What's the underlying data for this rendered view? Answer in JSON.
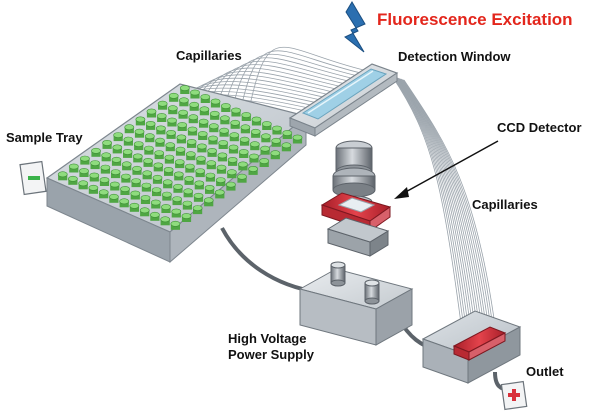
{
  "diagram": {
    "title": "Fluorescence Excitation",
    "labels": {
      "capillaries_top": "Capillaries",
      "detection_window": "Detection Window",
      "ccd_detector": "CCD Detector",
      "sample_tray": "Sample Tray",
      "capillaries_right": "Capillaries",
      "hv_line1": "High Voltage",
      "hv_line2": "Power Supply",
      "outlet": "Outlet"
    },
    "polarity": {
      "negative": "−",
      "positive": "+"
    },
    "icons": [
      "lightning-bolt-icon",
      "ccd-detector-icon",
      "minus-electrode-icon",
      "plus-electrode-icon"
    ],
    "colors": {
      "title": "#e3261c",
      "well_green": "#7fcf6e",
      "tray_gray": "#c7cdd3",
      "window_blue": "#9fd0e6",
      "outlet_red": "#d8303a",
      "bolt_blue": "#2b6fb0"
    }
  }
}
